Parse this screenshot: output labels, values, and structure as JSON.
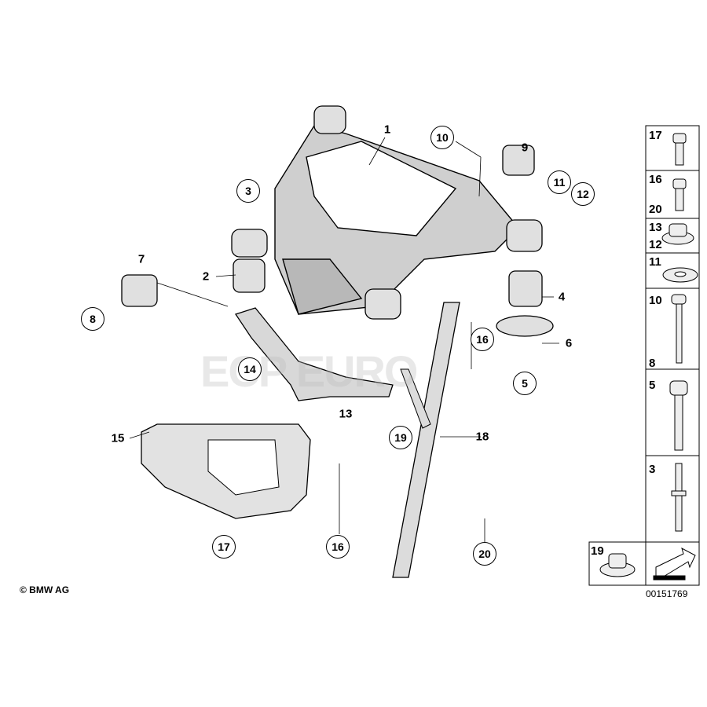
{
  "diagram": {
    "callouts": {
      "c1": "1",
      "c2": "2",
      "c3": "3",
      "c4": "4",
      "c5": "5",
      "c6": "6",
      "c7": "7",
      "c8": "8",
      "c9": "9",
      "c10": "10",
      "c11": "11",
      "c12": "12",
      "c13": "13",
      "c14": "14",
      "c15": "15",
      "c16a": "16",
      "c16b": "16",
      "c17": "17",
      "c18": "18",
      "c19": "19",
      "c20": "20"
    },
    "fastener_panel": [
      {
        "labels": [
          "17"
        ]
      },
      {
        "labels": [
          "16",
          "20"
        ]
      },
      {
        "labels": [
          "13",
          "12"
        ]
      },
      {
        "labels": [
          "11"
        ]
      },
      {
        "labels": [
          "10",
          "8"
        ]
      },
      {
        "labels": [
          "5"
        ]
      },
      {
        "labels": [
          "3"
        ]
      },
      {
        "labels": [
          "19"
        ]
      }
    ],
    "copyright": "© BMW AG",
    "part_number": "00151769",
    "watermark": "ECP EURO"
  }
}
